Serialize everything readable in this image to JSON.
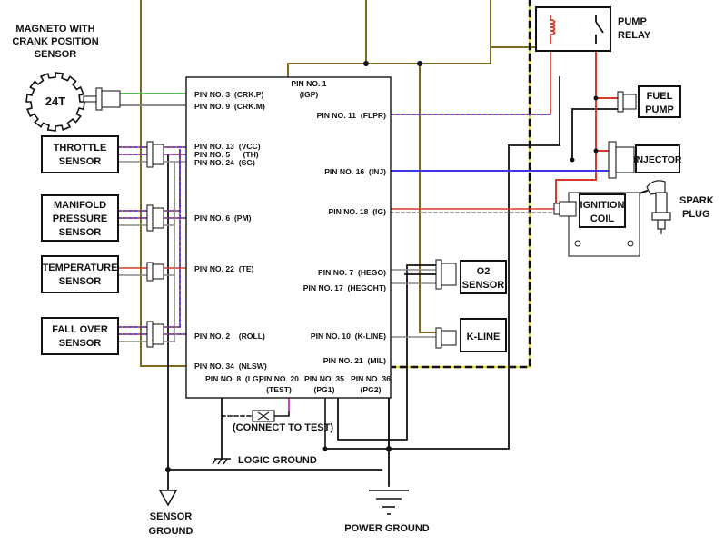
{
  "colors": {
    "olive": "#7a6a1a",
    "black": "#111111",
    "red": "#d63a2c",
    "blue": "#3a3ae0",
    "green": "#4ccc4c",
    "gray": "#8a8a8a",
    "yellow": "#e8e23a",
    "magenta": "#cc44cc",
    "orange": "#e07a2a"
  },
  "ecu_pins": {
    "igp": [
      "PIN NO. 1",
      "(IGP)"
    ],
    "crkp": "PIN NO. 3  (CRK.P)",
    "crkm": "PIN NO. 9  (CRK.M)",
    "flpr": "PIN NO. 11  (FLPR)",
    "vcc": "PIN NO. 13  (VCC)",
    "th": "PIN NO. 5      (TH)",
    "sg": "PIN NO. 24  (SG)",
    "inj": "PIN NO. 16  (INJ)",
    "ig": "PIN NO. 18  (IG)",
    "pm": "PIN NO. 6  (PM)",
    "te": "PIN NO. 22  (TE)",
    "hego": "PIN NO. 7  (HEGO)",
    "hegoht": "PIN NO. 17  (HEGOHT)",
    "roll": "PIN NO. 2    (ROLL)",
    "kline": "PIN NO. 10  (K-LINE)",
    "nlsw": "PIN NO. 34  (NLSW)",
    "mil": "PIN NO. 21  (MIL)",
    "lg": "PIN NO. 8  (LG)",
    "test": [
      "PIN NO. 20",
      "(TEST)"
    ],
    "pg1": [
      "PIN NO. 35",
      "(PG1)"
    ],
    "pg2": [
      "PIN NO. 36",
      "(PG2)"
    ]
  },
  "components": {
    "magneto": [
      "MAGNETO WITH",
      "CRANK POSITION",
      "SENSOR"
    ],
    "magneto_teeth": "24T",
    "throttle": [
      "THROTTLE",
      "SENSOR"
    ],
    "manifold": [
      "MANIFOLD",
      "PRESSURE",
      "SENSOR"
    ],
    "temperature": [
      "TEMPERATURE",
      "SENSOR"
    ],
    "fallover": [
      "FALL OVER",
      "SENSOR"
    ],
    "pump_relay": [
      "PUMP",
      "RELAY"
    ],
    "fuel_pump": [
      "FUEL",
      "PUMP"
    ],
    "injector": "INJECTOR",
    "ignition_coil": [
      "IGNITION",
      "COIL"
    ],
    "spark_plug": [
      "SPARK",
      "PLUG"
    ],
    "o2": [
      "O2",
      "SENSOR"
    ],
    "kline": "K-LINE"
  },
  "labels": {
    "connect_to_test": "(CONNECT TO TEST)",
    "logic_ground": "LOGIC GROUND",
    "sensor_ground": [
      "SENSOR",
      "GROUND"
    ],
    "power_ground": "POWER GROUND"
  }
}
